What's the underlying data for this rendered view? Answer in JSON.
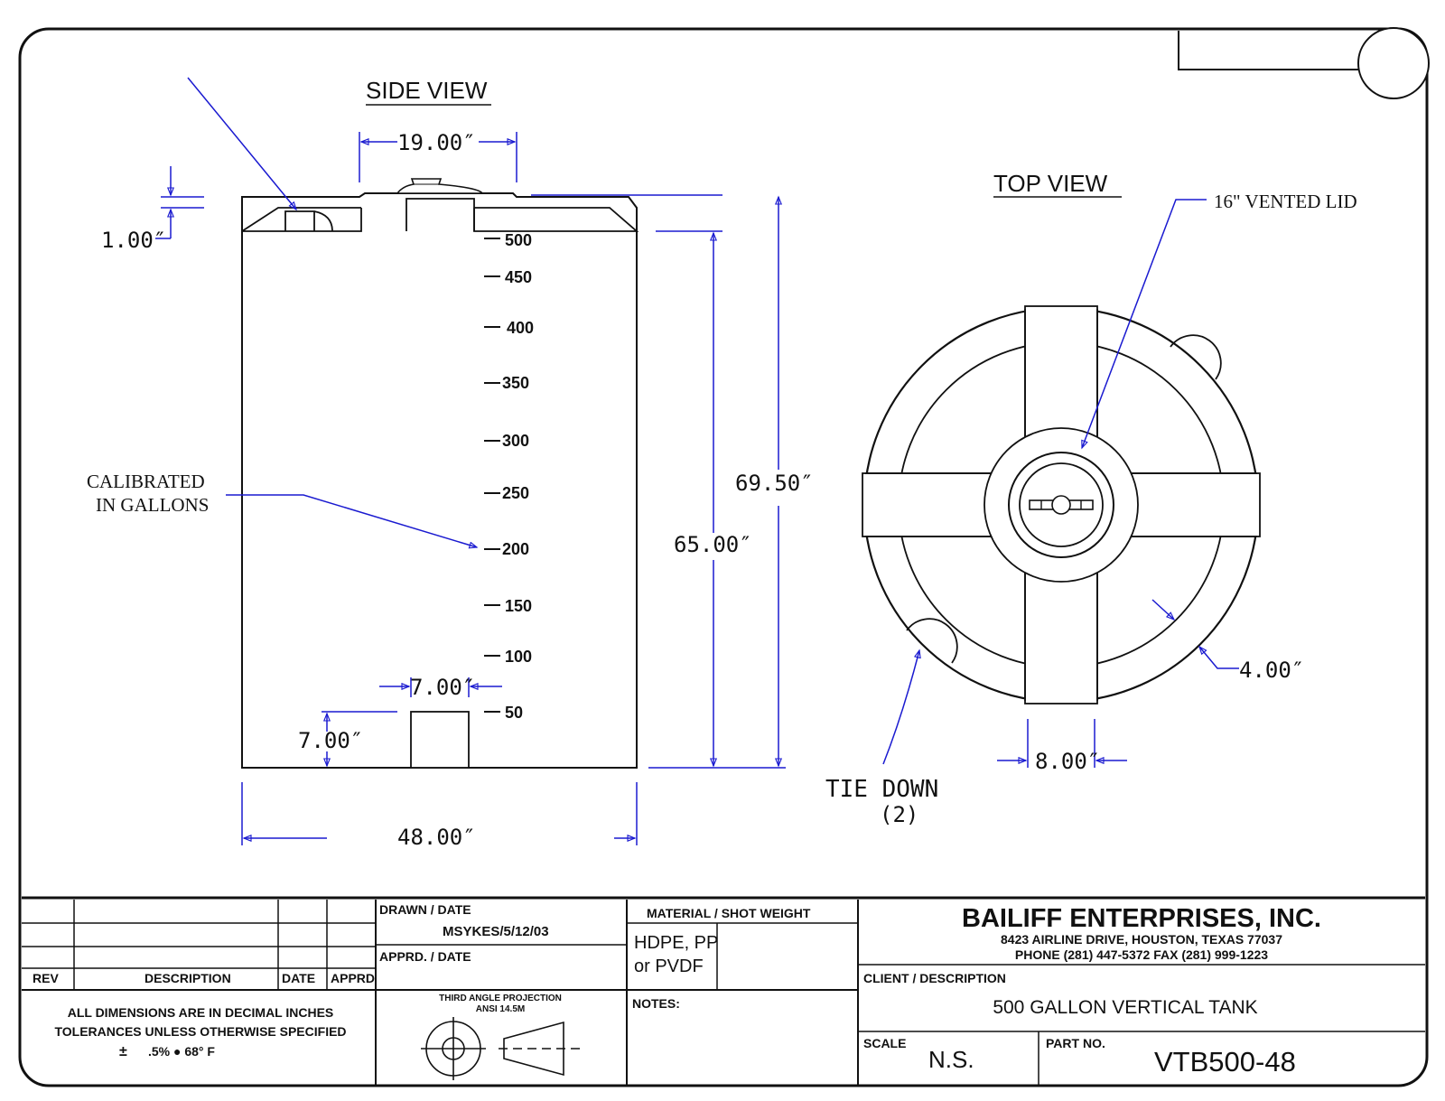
{
  "side_view": {
    "title": "SIDE VIEW",
    "dim_top_width": "19.00″",
    "dim_lid_height": "1.00″",
    "dim_overall_height": "69.50″",
    "dim_gauge_height": "65.00″",
    "dim_outlet_width": "7.00″",
    "dim_outlet_height": "7.00″",
    "dim_diameter": "48.00″",
    "calibration_note_line1": "CALIBRATED",
    "calibration_note_line2": "IN GALLONS",
    "gallon_marks": [
      "500",
      "450",
      "400",
      "350",
      "300",
      "250",
      "200",
      "150",
      "100",
      "50"
    ]
  },
  "top_view": {
    "title": "TOP VIEW",
    "lid_label": "16\" VENTED  LID",
    "dim_rim": "4.00″",
    "dim_tie_width": "8.00″",
    "tie_down_line1": "TIE  DOWN",
    "tie_down_line2": "(2)"
  },
  "title_block": {
    "rev_header": "REV",
    "description_header": "DESCRIPTION",
    "date_header": "DATE",
    "apprd_header": "APPRD",
    "drawn_date_label": "DRAWN  /  DATE",
    "drawn_date_value": "MSYKES/5/12/03",
    "apprd_date_label": "APPRD.  /  DATE",
    "material_label": "MATERIAL  /  SHOT  WEIGHT",
    "material_line1": "HDPE, PP",
    "material_line2": "or PVDF",
    "notes_label": "NOTES:",
    "company_name": "BAILIFF ENTERPRISES, INC.",
    "company_address": "8423  AIRLINE  DRIVE,  HOUSTON,  TEXAS   77037",
    "company_phone": "PHONE   (281)  447-5372      FAX     (281)  999-1223",
    "client_label": "CLIENT  /  DESCRIPTION",
    "client_description": "500  GALLON  VERTICAL  TANK",
    "scale_label": "SCALE",
    "scale_value": "N.S.",
    "part_no_label": "PART  NO.",
    "part_no_value": "VTB500-48",
    "tolerance_line1": "ALL  DIMENSIONS  ARE  IN  DECIMAL  INCHES",
    "tolerance_line2": "TOLERANCES  UNLESS  OTHERWISE  SPECIFIED",
    "tolerance_line3": ".5%  ●  68°  F",
    "projection_line1": "THIRD  ANGLE  PROJECTION",
    "projection_line2": "ANSI  14.5M"
  },
  "colors": {
    "ink": "#111111",
    "dimension": "#1a1ad0"
  }
}
